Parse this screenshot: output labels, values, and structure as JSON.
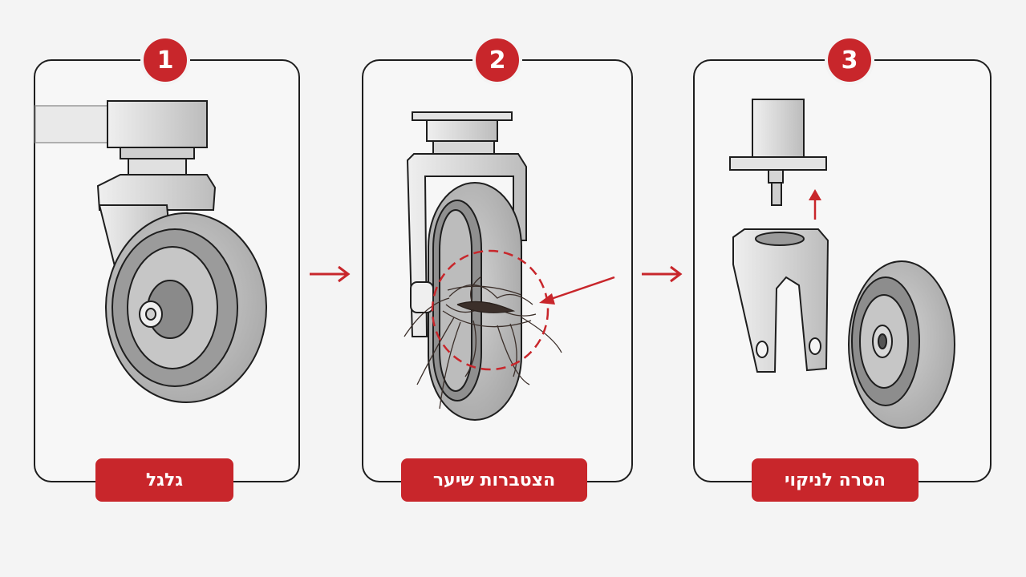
{
  "steps": [
    {
      "number": "1",
      "label": "גלגל"
    },
    {
      "number": "2",
      "label": "הצטברות שיער"
    },
    {
      "number": "3",
      "label": "הסרה לניקוי"
    }
  ],
  "colors": {
    "accent": "#c8262b",
    "outline": "#1e1e1e",
    "metal": "#d9d9d9",
    "tire": "#bdbdbd",
    "hub": "#8c8c8c",
    "hair": "#3b2f2a"
  }
}
